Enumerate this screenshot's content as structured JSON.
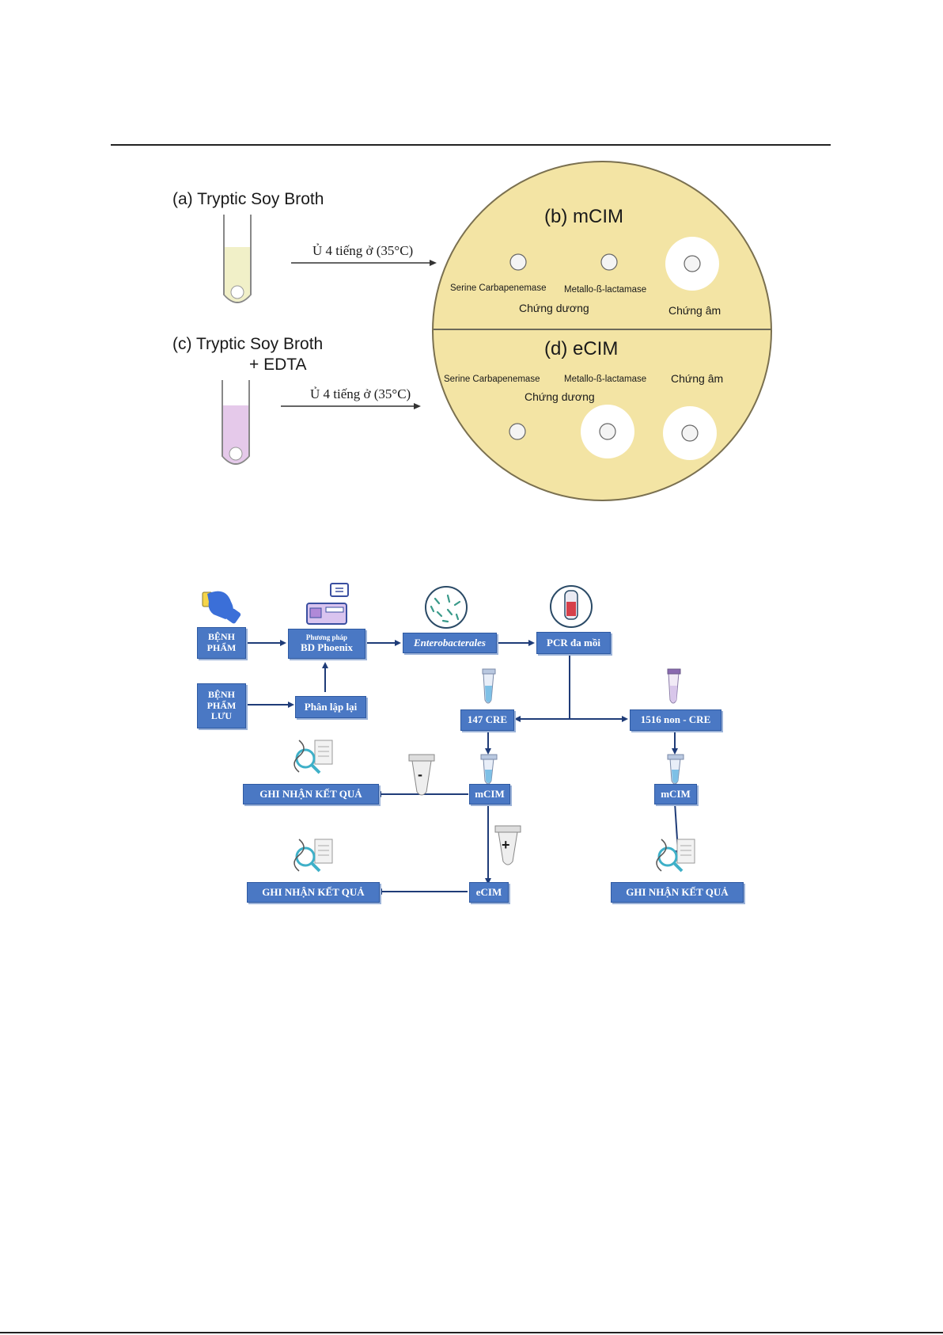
{
  "figure1": {
    "panel_a_label": "(a)  Tryptic Soy Broth",
    "panel_c_label_line1": "(c)  Tryptic Soy Broth",
    "panel_c_label_line2": "+ EDTA",
    "arrow_top_label": "Ủ 4 tiếng ở  (35°C)",
    "arrow_bottom_label": "Ủ 4 tiếng ở  (35°C)",
    "tube_a_color": "#f1f0c8",
    "tube_c_color": "#e5c9ea",
    "plate_color": "#f3e4a4",
    "panel_b_title": "(b) mCIM",
    "panel_d_title": "(d) eCIM",
    "mcim_serine": "Serine Carbapenemase",
    "mcim_metallo": "Metallo-ß-lactamase",
    "mcim_positive": "Chứng dương",
    "mcim_negative": "Chứng âm",
    "ecim_serine": "Serine Carbapenemase",
    "ecim_metallo": "Metallo-ß-lactamase",
    "ecim_negative": "Chứng âm",
    "ecim_positive": "Chứng dương"
  },
  "figure2": {
    "box_color": "#4a78c4",
    "benh_pham": [
      "BỆNH",
      "PHẨM"
    ],
    "benh_pham_luu": [
      "BỆNH",
      "PHẨM",
      "LƯU"
    ],
    "phuong_phap_small": "Phương pháp",
    "phuong_phap_main": "BD Phoenix",
    "enterobacterales": "Enterobacterales",
    "pcr": "PCR đa mồi",
    "phan_lap_lai": "Phân lập lại",
    "cre": "147 CRE",
    "non_cre": "1516 non - CRE",
    "mcim_left": "mCIM",
    "mcim_right": "mCIM",
    "ecim": "eCIM",
    "result_1": "GHI NHẬN KẾT QUẢ",
    "result_2": "GHI NHẬN KẾT QUẢ",
    "result_3": "GHI NHẬN KẾT QUẢ",
    "minus_sign": "-",
    "plus_sign": "+"
  }
}
